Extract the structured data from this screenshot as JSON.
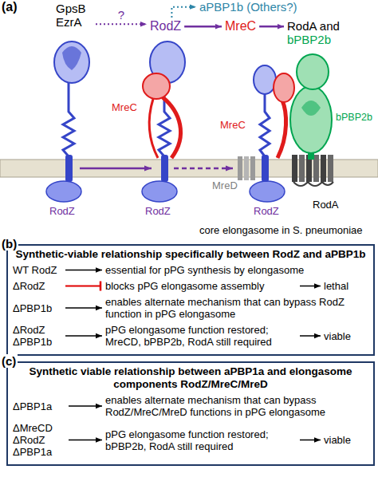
{
  "diagram": {
    "nodes": [
      {
        "text": [
          "GpsB EzrA"
        ]
      },
      {
        "text": [
          "RodZ"
        ]
      },
      {
        "text": [
          "aPBP1b (Others?)"
        ]
      },
      {
        "text": [
          "MreC"
        ]
      },
      {
        "text": [
          "RodA and",
          "bPBP2b"
        ]
      },
      {
        "text": [
          "Synthetic-viable relationship specifically between RodZ and aPBP1b"
        ]
      },
      {
        "text": [
          "WT RodZ"
        ],
        "in": 5
      },
      {
        "text": [
          "essential for pPG synthesis by elongasome"
        ],
        "in": 5
      },
      {
        "text": [
          "ΔRodZ"
        ],
        "in": 5
      },
      {
        "text": [
          "blocks pPG elongasome assembly"
        ],
        "in": 5
      },
      {
        "text": [
          "lethal"
        ],
        "in": 5
      },
      {
        "text": [
          "ΔPBP1b"
        ],
        "in": 5
      },
      {
        "text": [
          "enables alternate mechanism that can bypass RodZ function in pPG elongasome"
        ],
        "in": 5
      },
      {
        "text": [
          "ΔRodZ ΔPBP1b"
        ],
        "in": 5
      },
      {
        "text": [
          "pPG elongasome function restored; MreCD, bPBP2b, RodA still required"
        ],
        "in": 5
      },
      {
        "text": [
          "viable"
        ],
        "in": 5
      },
      {
        "text": [
          "Synthetic viable relationship between aPBP1a and elongasome components RodZ/MreC/MreD"
        ]
      },
      {
        "text": [
          "ΔPBP1a"
        ],
        "in": 16
      },
      {
        "text": [
          "enables alternate mechanism that can bypass RodZ/MreC/MreD functions in pPG elongasome"
        ],
        "in": 16
      },
      {
        "text": [
          "ΔMreCD ΔRodZ ΔPBP1a"
        ],
        "in": 16
      },
      {
        "text": [
          "pPG elongasome function restored; bPBP2b, RodA still required"
        ],
        "in": 16
      },
      {
        "text": [
          "viable"
        ],
        "in": 16
      }
    ],
    "edges": [
      {
        "from": 0,
        "to": 1,
        "label": "?",
        "arrow": "to"
      },
      {
        "from": 1,
        "to": 2,
        "arrow": "to"
      },
      {
        "from": 1,
        "to": 3,
        "arrow": "to"
      },
      {
        "from": 3,
        "to": 4,
        "arrow": "to"
      },
      {
        "from": 6,
        "to": 7,
        "arrow": "to"
      },
      {
        "from": 8,
        "to": 9,
        "arrow": "to"
      },
      {
        "from": 9,
        "to": 10,
        "arrow": "to"
      },
      {
        "from": 11,
        "to": 12,
        "arrow": "to"
      },
      {
        "from": 13,
        "to": 14,
        "arrow": "to"
      },
      {
        "from": 14,
        "to": 15,
        "arrow": "to"
      },
      {
        "from": 17,
        "to": 18,
        "arrow": "to"
      },
      {
        "from": 19,
        "to": 20,
        "arrow": "to"
      },
      {
        "from": 20,
        "to": 21,
        "arrow": "to"
      }
    ],
    "labels": [
      "(a)",
      "MreC",
      "MreC",
      "bPBP2b",
      "MreD",
      "RodA",
      "RodZ",
      "RodZ",
      "RodZ",
      "core elongasome in S. pneumoniae",
      "(b)",
      "(c)"
    ]
  }
}
